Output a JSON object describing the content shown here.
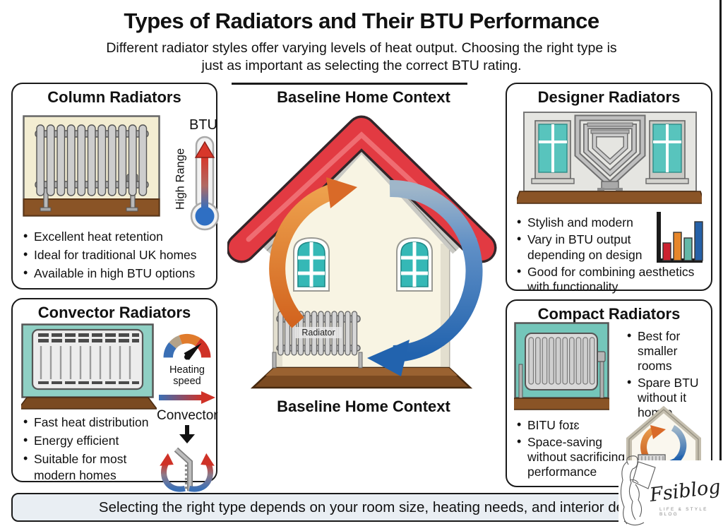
{
  "header": {
    "title": "Types of Radiators and Their BTU Performance",
    "subtitle_line1": "Different radiator styles offer varying levels of heat output. Choosing the right type is",
    "subtitle_line2": "just as important as selecting the correct BTU rating."
  },
  "center": {
    "heading_top": "Baseline Home Context",
    "heading_bottom": "Baseline Home Context",
    "house_radiator_label": "Radiator"
  },
  "panels": {
    "column": {
      "title": "Column Radiators",
      "thermometer_top_label": "BTU",
      "thermometer_side_label": "High Range",
      "bullets": [
        "Excellent heat retention",
        "Ideal for traditional UK homes",
        "Available in high BTU options"
      ]
    },
    "convector": {
      "title": "Convector Radiators",
      "gauge_label": "Heating speed",
      "flow_label": "Convector",
      "bullets": [
        "Fast heat distribution",
        "Energy efficient",
        "Suitable for most modern homes"
      ]
    },
    "designer": {
      "title": "Designer Radiators",
      "bullets": [
        "Stylish and modern",
        "Vary in BTU output depending on design",
        "Good for combining aesthetics with functionality"
      ]
    },
    "compact": {
      "title": "Compact Radiators",
      "bullets_right": [
        "Best for smaller rooms",
        "Spare BTU without it homæ"
      ],
      "bullets_left": [
        "BITU foɪɛ",
        "Space-saving without sacrificing performance"
      ]
    }
  },
  "footer": {
    "text": "Selecting the right type depends on your room size, heating needs, and interior de"
  },
  "watermark": {
    "brand": "Fsiblog",
    "tagline": "LIFE & STYLE BLOG"
  },
  "colors": {
    "roof_red": "#e23a42",
    "teal_bg": "#7fcbbe",
    "window_teal": "#45bdb9",
    "cream_bg": "#f3edd2",
    "floor_brown": "#8a5426",
    "hot_orange": "#e0762e",
    "cold_blue": "#2a6cc2",
    "footer_bg": "#e9eef3"
  }
}
